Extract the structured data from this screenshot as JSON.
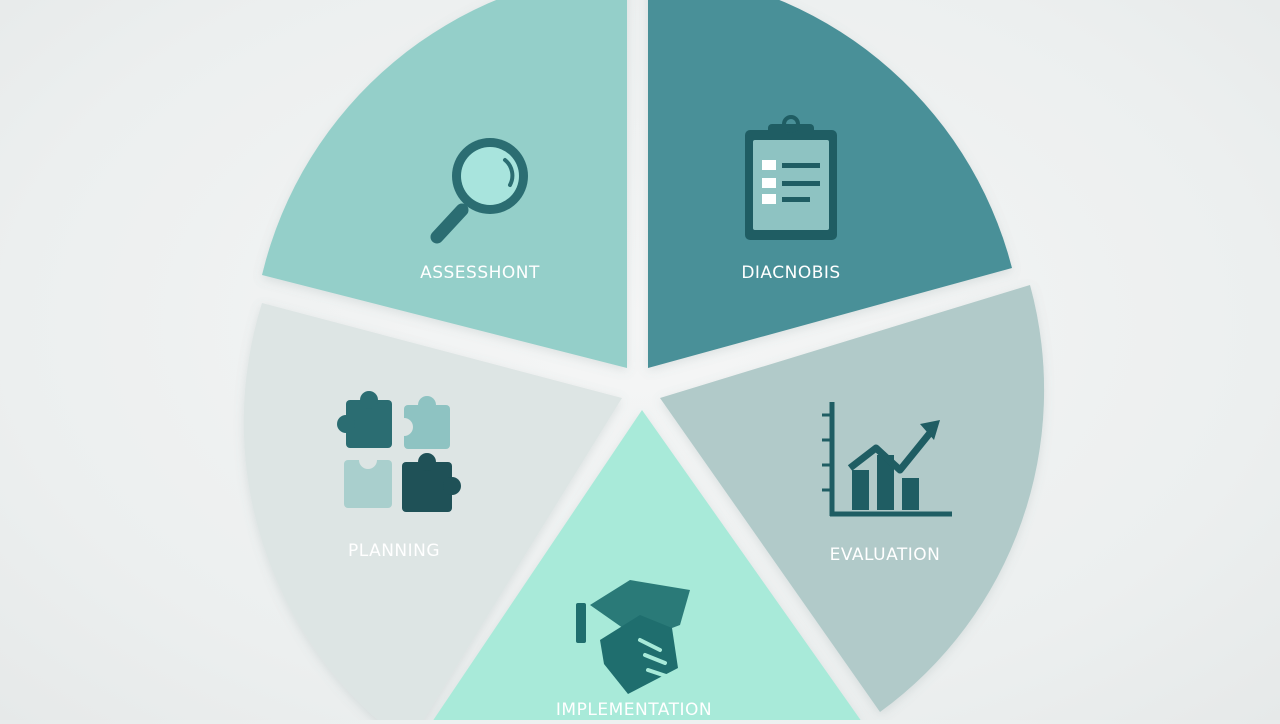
{
  "diagram": {
    "segments": [
      {
        "id": "assessment",
        "label": "ASSESSHONT",
        "icon": "magnifier-icon",
        "fill": "#94cfc9",
        "label_color": "#ffffff"
      },
      {
        "id": "diagnosis",
        "label": "DIACNOBIS",
        "icon": "clipboard-icon",
        "fill": "#4a9098",
        "label_color": "#ffffff"
      },
      {
        "id": "evaluation",
        "label": "EVALUATION",
        "icon": "bar-chart-icon",
        "fill": "#b1cac9",
        "label_color": "#ffffff"
      },
      {
        "id": "implementation",
        "label": "IMPLEMENTATION",
        "icon": "handshake-icon",
        "fill": "#a8ead9",
        "label_color": "#ffffff"
      },
      {
        "id": "planning",
        "label": "PLANNING",
        "icon": "puzzle-icon",
        "fill": "#dde5e4",
        "label_color": "#ffffff"
      }
    ],
    "colors": {
      "dark_teal": "#2b6d72",
      "mid_teal": "#4a9098",
      "light_teal": "#9ed8d3",
      "pale": "#dde5e4"
    }
  }
}
